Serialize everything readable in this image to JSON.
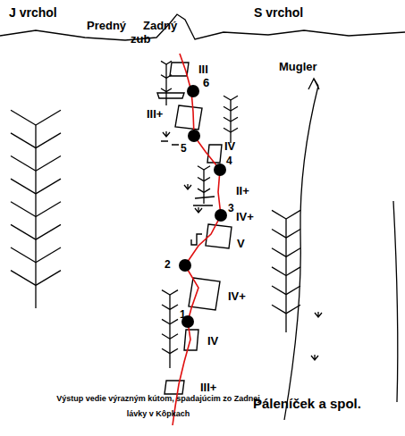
{
  "diagram": {
    "caption": "Výstup vedie výrazným kútom, spadajúcim zo Zadnej lávky v Kôpkach",
    "labels": [
      "J vrchol",
      "Predný",
      "Zadný",
      "zub",
      "S vrchol",
      "Mugler",
      "III",
      "6",
      "III+",
      "5",
      "IV",
      "4",
      "II+",
      "3",
      "IV+",
      "V",
      "2",
      "IV+",
      "1",
      "IV",
      "III+",
      "Páleníček a spol."
    ]
  }
}
